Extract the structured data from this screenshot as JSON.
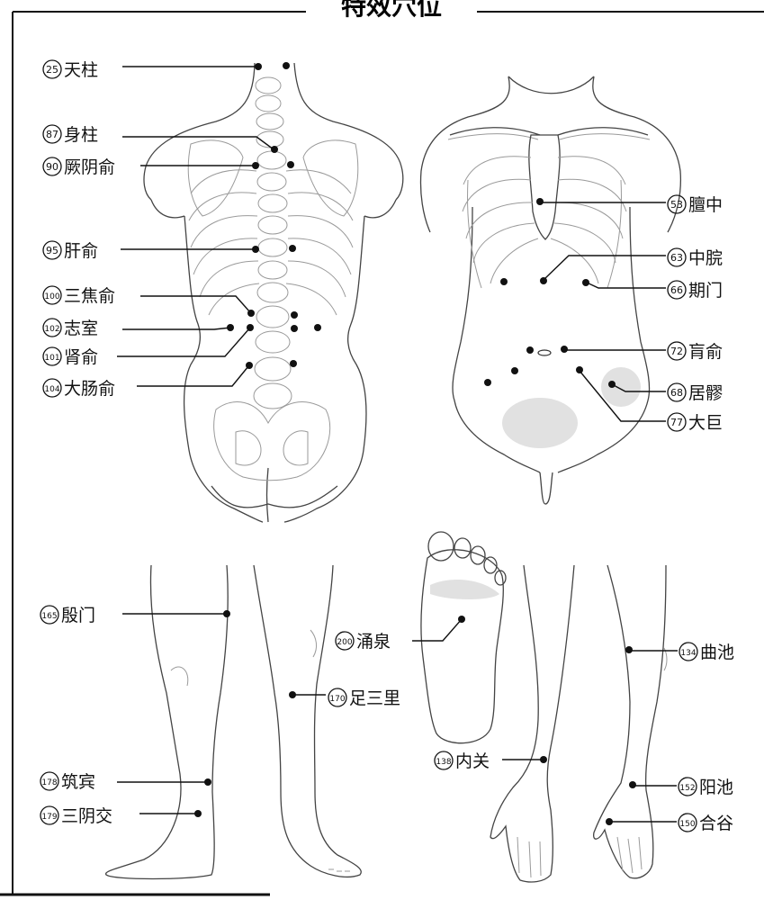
{
  "title": "特效穴位",
  "points": [
    {
      "num": "25",
      "name": "天柱"
    },
    {
      "num": "87",
      "name": "身柱"
    },
    {
      "num": "90",
      "name": "厥阴俞"
    },
    {
      "num": "95",
      "name": "肝俞"
    },
    {
      "num": "100",
      "name": "三焦俞"
    },
    {
      "num": "102",
      "name": "志室"
    },
    {
      "num": "101",
      "name": "肾俞"
    },
    {
      "num": "104",
      "name": "大肠俞"
    },
    {
      "num": "53",
      "name": "膻中"
    },
    {
      "num": "63",
      "name": "中脘"
    },
    {
      "num": "66",
      "name": "期门"
    },
    {
      "num": "72",
      "name": "肓俞"
    },
    {
      "num": "68",
      "name": "居髎"
    },
    {
      "num": "77",
      "name": "大巨"
    },
    {
      "num": "165",
      "name": "殷门"
    },
    {
      "num": "200",
      "name": "涌泉"
    },
    {
      "num": "170",
      "name": "足三里"
    },
    {
      "num": "134",
      "name": "曲池"
    },
    {
      "num": "178",
      "name": "筑宾"
    },
    {
      "num": "179",
      "name": "三阴交"
    },
    {
      "num": "138",
      "name": "内关"
    },
    {
      "num": "152",
      "name": "阳池"
    },
    {
      "num": "150",
      "name": "合谷"
    }
  ]
}
